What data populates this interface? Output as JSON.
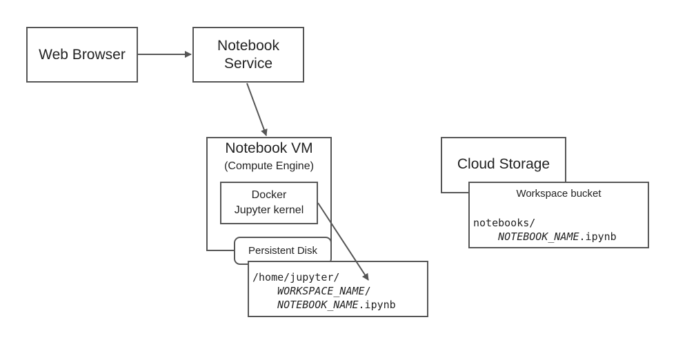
{
  "web_browser": {
    "label": "Web Browser"
  },
  "notebook_service": {
    "line1": "Notebook",
    "line2": "Service"
  },
  "notebook_vm": {
    "title": "Notebook VM",
    "subtitle": "(Compute Engine)"
  },
  "docker": {
    "line1": "Docker",
    "line2": "Jupyter kernel"
  },
  "persistent_disk": {
    "label": "Persistent Disk",
    "path_line1": "/home/jupyter/",
    "path_workspace": "WORKSPACE_NAME",
    "path_slash": "/",
    "path_notebook": "NOTEBOOK_NAME",
    "path_ext": ".ipynb"
  },
  "cloud_storage": {
    "label": "Cloud Storage"
  },
  "workspace_bucket": {
    "label": "Workspace bucket",
    "path_line1": "notebooks/",
    "path_notebook": "NOTEBOOK_NAME",
    "path_ext": ".ipynb"
  },
  "colors": {
    "stroke": "#555555",
    "text": "#222222"
  }
}
